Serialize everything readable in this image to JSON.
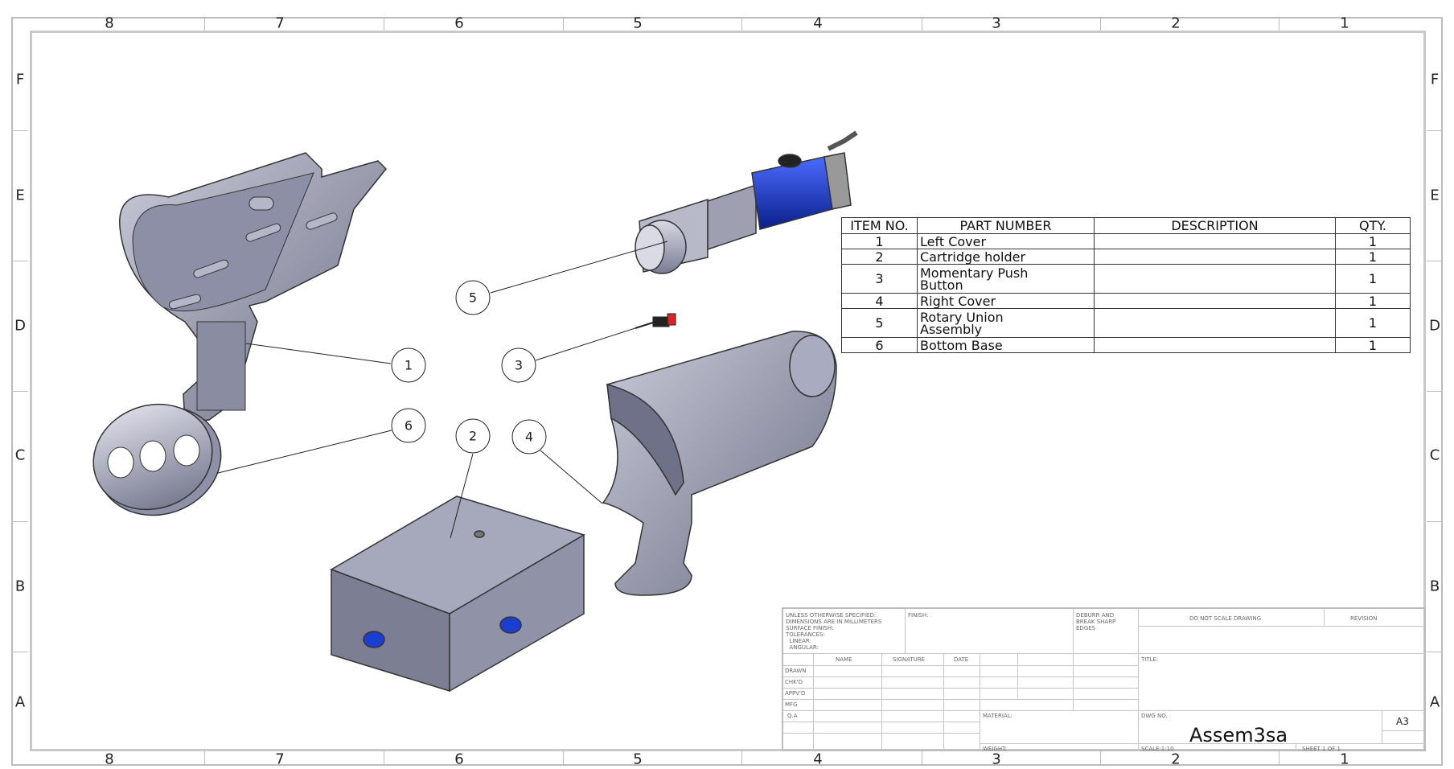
{
  "zones": {
    "columns": [
      "8",
      "7",
      "6",
      "5",
      "4",
      "3",
      "2",
      "1"
    ],
    "rows": [
      "F",
      "E",
      "D",
      "C",
      "B",
      "A"
    ]
  },
  "bom": {
    "headers": [
      "ITEM NO.",
      "PART NUMBER",
      "DESCRIPTION",
      "QTY."
    ],
    "rows": [
      {
        "item": "1",
        "part": "Left Cover",
        "description": "",
        "qty": "1"
      },
      {
        "item": "2",
        "part": "Cartridge holder",
        "description": "",
        "qty": "1"
      },
      {
        "item": "3",
        "part": "Momentary Push Button",
        "description": "",
        "qty": "1"
      },
      {
        "item": "4",
        "part": "Right Cover",
        "description": "",
        "qty": "1"
      },
      {
        "item": "5",
        "part": "Rotary Union Assembly",
        "description": "",
        "qty": "1"
      },
      {
        "item": "6",
        "part": "Bottom Base",
        "description": "",
        "qty": "1"
      }
    ]
  },
  "balloons": [
    "1",
    "2",
    "3",
    "4",
    "5",
    "6"
  ],
  "title_block": {
    "spec_lines": [
      "UNLESS OTHERWISE SPECIFIED:",
      "DIMENSIONS ARE IN MILLIMETERS",
      "SURFACE FINISH:",
      "TOLERANCES:",
      "  LINEAR:",
      "  ANGULAR:"
    ],
    "finish": "FINISH:",
    "deburr": [
      "DEBURR AND",
      "BREAK SHARP",
      "EDGES"
    ],
    "do_not_scale": "DO NOT SCALE DRAWING",
    "revision": "REVISION",
    "col_headers": [
      "NAME",
      "SIGNATURE",
      "DATE"
    ],
    "row_labels": [
      "DRAWN",
      "CHK'D",
      "APPV'D",
      "MFG",
      "Q.A"
    ],
    "title_label": "TITLE:",
    "material": "MATERIAL:",
    "weight": "WEIGHT:",
    "dwg_no_label": "DWG NO.",
    "dwg_no": "Assem3sa",
    "size": "A3",
    "scale": "SCALE:1:10",
    "sheet": "SHEET 1 OF 1"
  },
  "colors": {
    "part_gray": "#9a9cb0",
    "rotary_blue": "#1a3fd0",
    "frame": "#bbbbbb"
  }
}
